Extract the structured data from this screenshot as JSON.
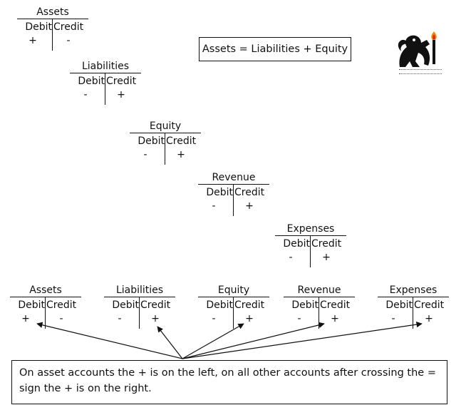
{
  "equation": "Assets = Liabilities + Equity",
  "note": "On asset accounts the + is on the left, on all other accounts after crossing the = sign the + is on the right.",
  "logo": {
    "icon": "griffin-torch-icon"
  },
  "debit_label": "Debit",
  "credit_label": "Credit",
  "cascade": [
    {
      "name": "Assets",
      "left": "+",
      "right": "-"
    },
    {
      "name": "Liabilities",
      "left": "-",
      "right": "+"
    },
    {
      "name": "Equity",
      "left": "-",
      "right": "+"
    },
    {
      "name": "Revenue",
      "left": "-",
      "right": "+"
    },
    {
      "name": "Expenses",
      "left": "-",
      "right": "+"
    }
  ],
  "row": [
    {
      "name": "Assets",
      "left": "+",
      "right": "-"
    },
    {
      "name": "Liabilities",
      "left": "-",
      "right": "+"
    },
    {
      "name": "Equity",
      "left": "-",
      "right": "+"
    },
    {
      "name": "Revenue",
      "left": "-",
      "right": "+"
    },
    {
      "name": "Expenses",
      "left": "-",
      "right": "+"
    }
  ]
}
